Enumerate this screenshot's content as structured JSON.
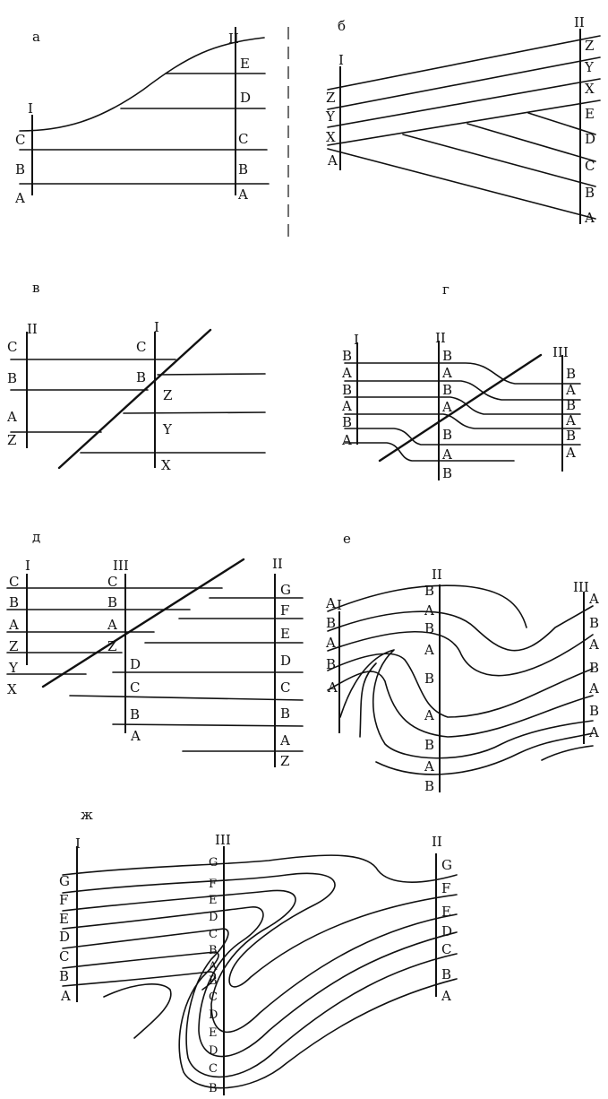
{
  "panels": {
    "a": {
      "letter": "а",
      "wells": [
        "I",
        "II"
      ],
      "well1_labels": [
        "C",
        "B",
        "A"
      ],
      "well2_labels": [
        "E",
        "D",
        "C",
        "B",
        "A"
      ]
    },
    "b": {
      "letter": "б",
      "wells": [
        "I",
        "II"
      ],
      "well1_labels": [
        "Z",
        "Y",
        "X",
        "A"
      ],
      "well2_labels": [
        "Z",
        "Y",
        "X",
        "E",
        "D",
        "C",
        "B",
        "A"
      ]
    },
    "v": {
      "letter": "в",
      "wells": [
        "II",
        "I"
      ],
      "well2_labels": [
        "C",
        "B",
        "A",
        "Z"
      ],
      "well1_labels": [
        "C",
        "B",
        "Z",
        "Y",
        "X"
      ]
    },
    "g": {
      "letter": "г",
      "wells": [
        "I",
        "II",
        "III"
      ],
      "well1_labels": [
        "B",
        "A",
        "B",
        "A",
        "B",
        "A"
      ],
      "well2_labels": [
        "B",
        "A",
        "B",
        "A",
        "B",
        "A",
        "B"
      ],
      "well3_labels": [
        "B",
        "A",
        "B",
        "A",
        "B",
        "A"
      ]
    },
    "d": {
      "letter": "д",
      "wells": [
        "I",
        "III",
        "II"
      ],
      "well1_labels": [
        "C",
        "B",
        "A",
        "Z",
        "Y",
        "X"
      ],
      "well3_labels": [
        "C",
        "B",
        "A",
        "Z",
        "D",
        "C",
        "B",
        "A"
      ],
      "well2_labels": [
        "G",
        "F",
        "E",
        "D",
        "C",
        "B",
        "A",
        "Z"
      ]
    },
    "e": {
      "letter": "е",
      "wells": [
        "I",
        "II",
        "III"
      ],
      "well1_labels": [
        "A",
        "B",
        "A",
        "B",
        "A"
      ],
      "well2_labels": [
        "B",
        "A",
        "B",
        "A",
        "B",
        "A",
        "B",
        "A",
        "B"
      ],
      "well3_labels": [
        "A",
        "B",
        "A",
        "B",
        "A",
        "B",
        "A"
      ]
    },
    "zh": {
      "letter": "ж",
      "wells": [
        "I",
        "III",
        "II"
      ],
      "well1_labels": [
        "G",
        "F",
        "E",
        "D",
        "C",
        "B",
        "A"
      ],
      "well3_labels": [
        "G",
        "F",
        "E",
        "D",
        "C",
        "B",
        "A",
        "B",
        "C",
        "D",
        "E",
        "D",
        "C",
        "B"
      ],
      "well2_labels": [
        "G",
        "F",
        "E",
        "D",
        "C",
        "B",
        "A"
      ]
    }
  }
}
